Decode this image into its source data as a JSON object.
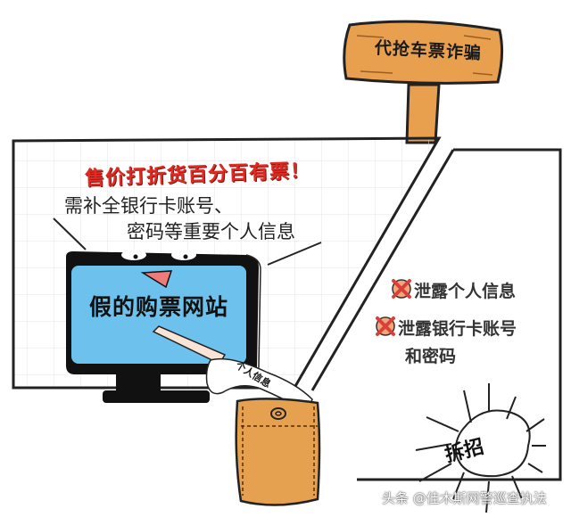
{
  "sign": {
    "text": "代抢车票诈骗"
  },
  "left_panel": {
    "headline": "售价打折货百分百有票！",
    "bubble_line1": "需补全银行卡账号、",
    "bubble_line2": "密码等重要个人信息",
    "monitor_screen_text": "假的购票网站",
    "info_slip_text": "个人信息"
  },
  "right_panel": {
    "risks": [
      {
        "icon": "red-x-icon",
        "text": "泄露个人信息"
      },
      {
        "icon": "red-x-icon",
        "text_line1": "泄露银行卡账号",
        "text_line2": "和密码"
      }
    ],
    "burst_text": "拆招"
  },
  "watermark": "头条 @佳木斯网警巡查执法",
  "colors": {
    "wood": "#e8a04f",
    "screen_blue": "#6cc2ec",
    "headline_red": "#e02a22",
    "pocket": "#e5a150",
    "x_red": "#d9403a"
  }
}
